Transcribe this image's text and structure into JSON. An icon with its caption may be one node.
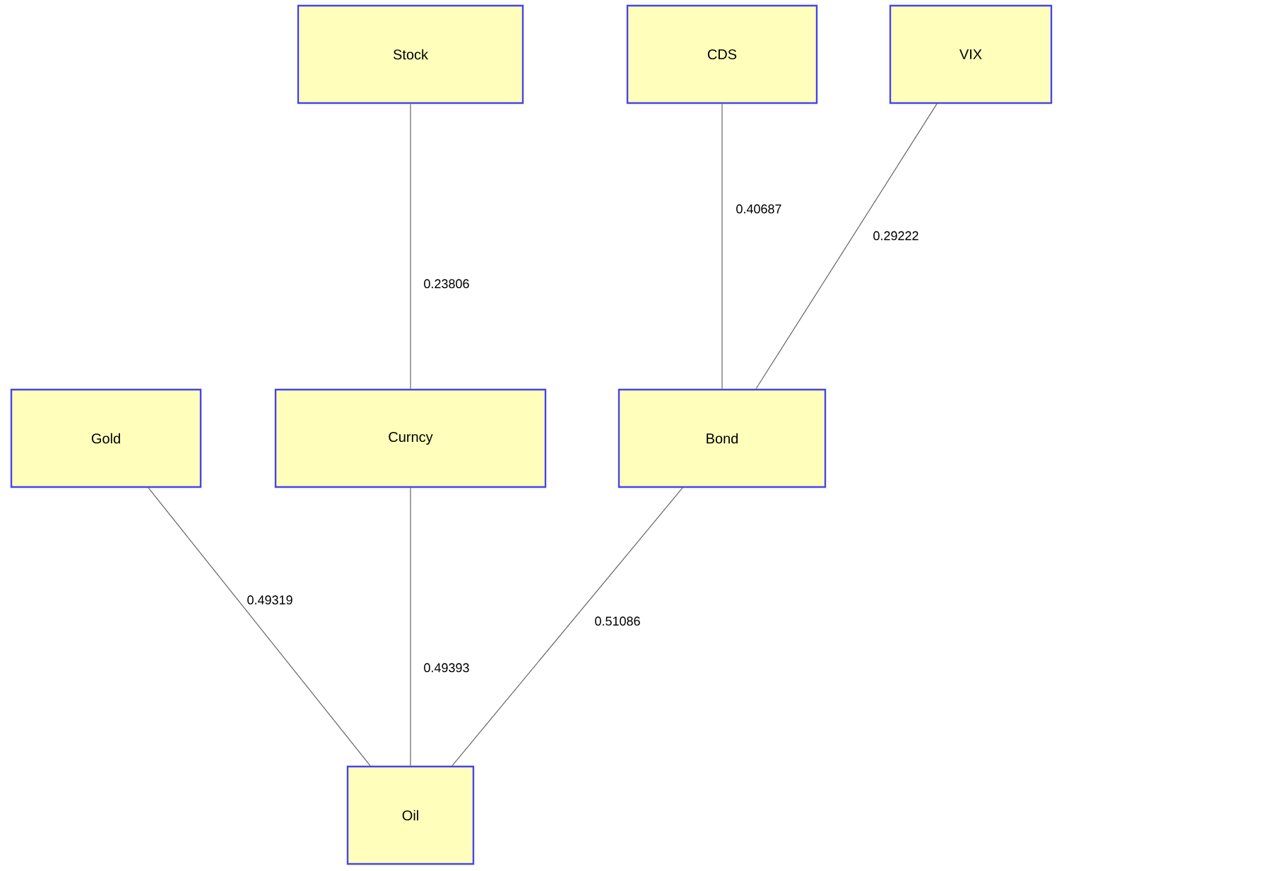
{
  "diagram": {
    "nodes": [
      {
        "text": [
          "Stock"
        ]
      },
      {
        "text": [
          "CDS"
        ]
      },
      {
        "text": [
          "VIX"
        ]
      },
      {
        "text": [
          "Gold"
        ]
      },
      {
        "text": [
          "Curncy"
        ]
      },
      {
        "text": [
          "Bond"
        ]
      },
      {
        "text": [
          "Oil"
        ]
      }
    ],
    "edges": [
      {
        "from": 0,
        "to": 4,
        "arrow": "none",
        "label": "0.23806"
      },
      {
        "from": 1,
        "to": 5,
        "arrow": "none",
        "label": "0.40687"
      },
      {
        "from": 2,
        "to": 5,
        "arrow": "none",
        "label": "0.29222"
      },
      {
        "from": 3,
        "to": 6,
        "arrow": "none",
        "label": "0.49319"
      },
      {
        "from": 4,
        "to": 6,
        "arrow": "none",
        "label": "0.49393"
      },
      {
        "from": 5,
        "to": 6,
        "arrow": "none",
        "label": "0.51086"
      }
    ]
  }
}
